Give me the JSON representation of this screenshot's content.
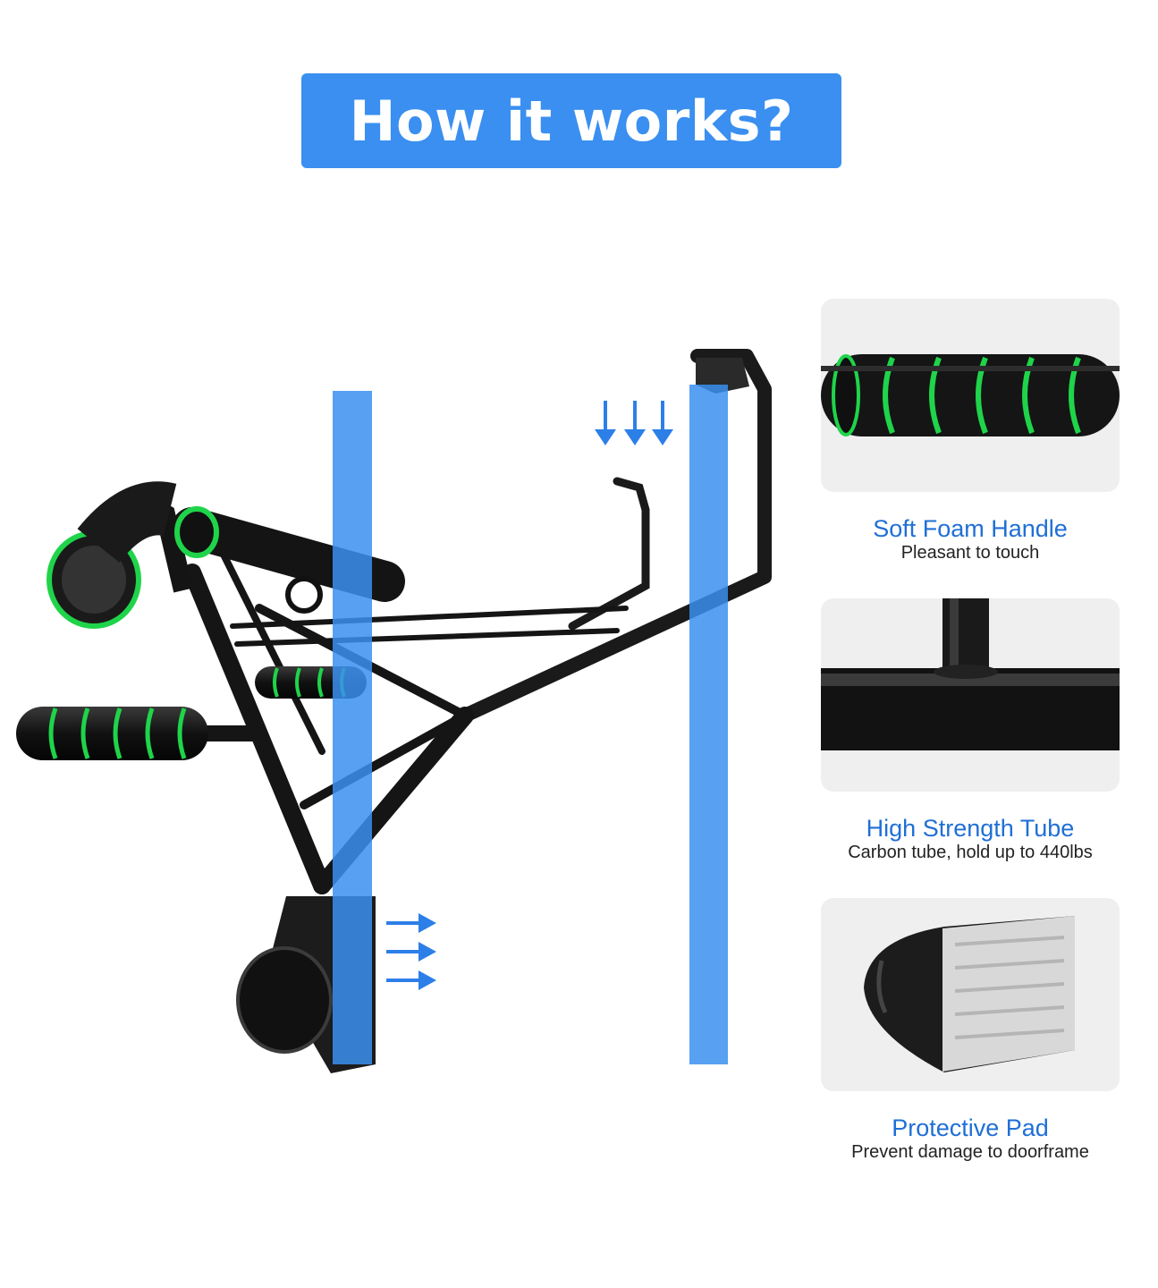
{
  "banner": {
    "title": "How it works?"
  },
  "colors": {
    "accent": "#3a8ff0",
    "caption_title": "#1f6fd6",
    "foam_stripe": "#1fd44a"
  },
  "features": [
    {
      "title": "Soft Foam Handle",
      "subtitle": "Pleasant to touch",
      "icon": "foam-handle-photo"
    },
    {
      "title": "High Strength Tube",
      "subtitle": "Carbon tube, hold up to 440lbs",
      "icon": "tube-joint-photo"
    },
    {
      "title": "Protective Pad",
      "subtitle": "Prevent damage to doorframe",
      "icon": "door-pad-photo"
    }
  ],
  "illustration": {
    "icon": "pull-up-bar-illustration",
    "arrows": [
      "down-arrows",
      "right-arrows"
    ]
  }
}
